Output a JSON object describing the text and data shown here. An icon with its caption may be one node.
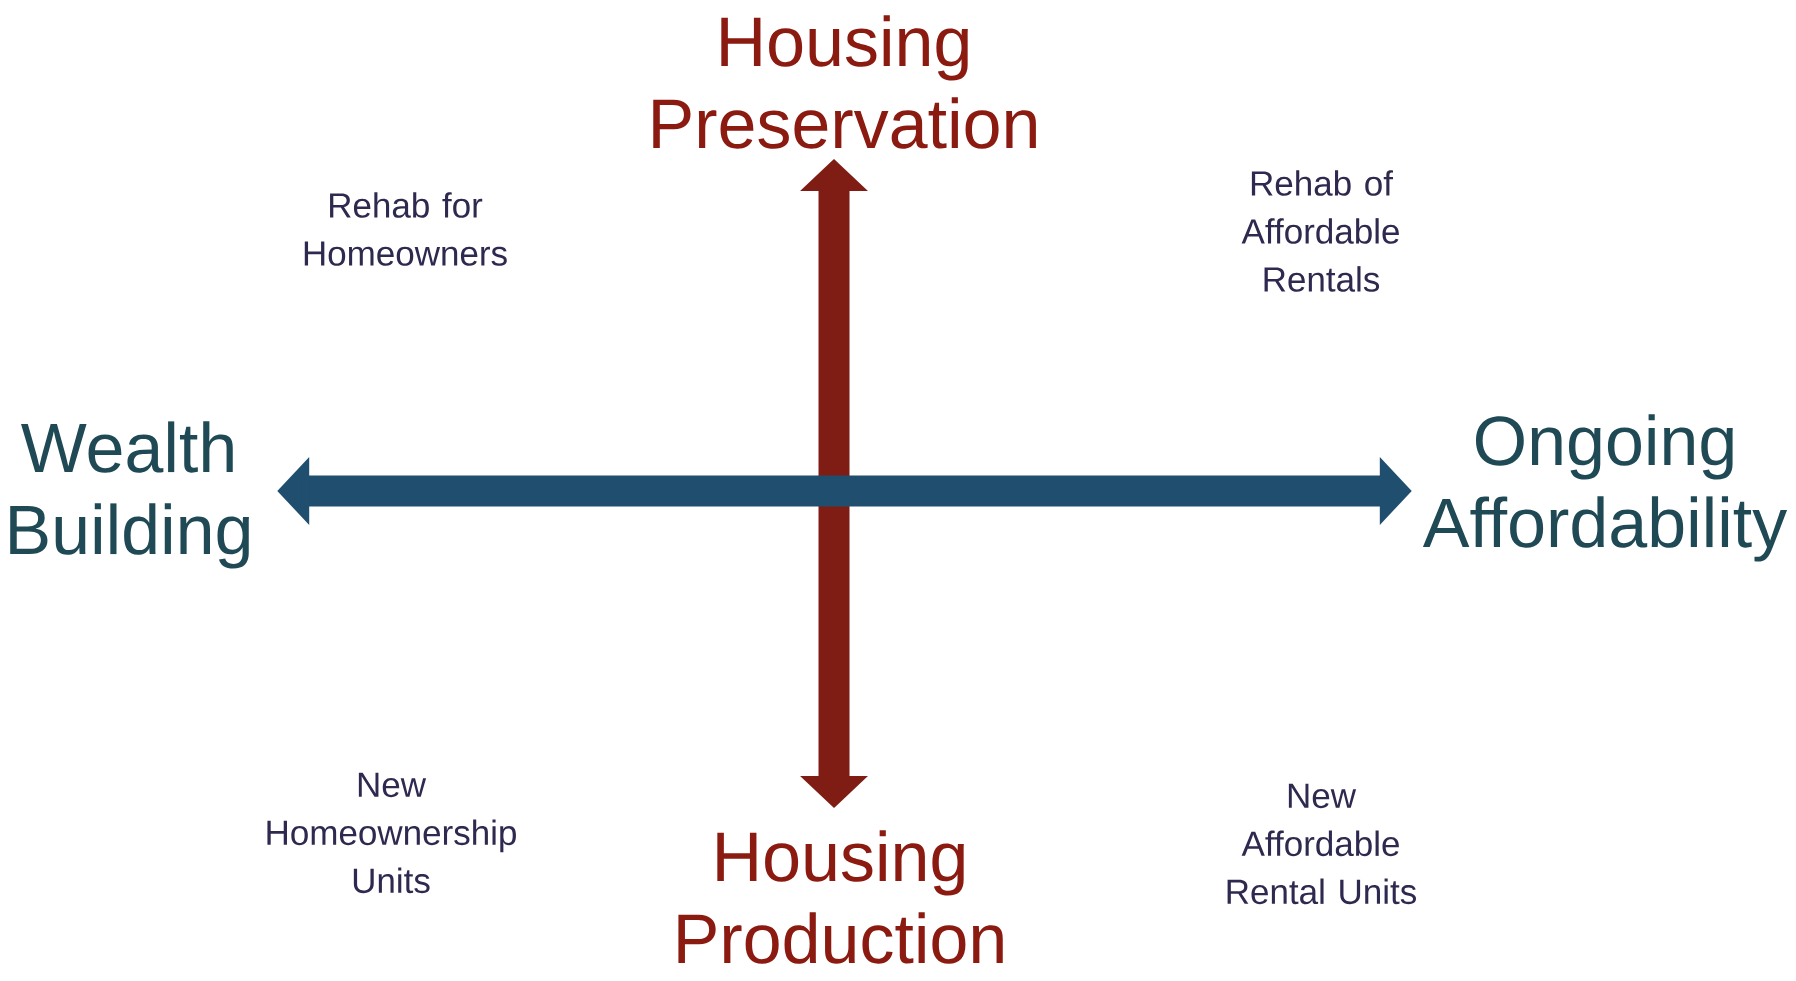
{
  "diagram": {
    "nodes": [
      {
        "text": [
          "Housing Preservation"
        ]
      },
      {
        "text": [
          "Housing Production"
        ]
      },
      {
        "text": [
          "Wealth Building"
        ]
      },
      {
        "text": [
          "Ongoing Affordability"
        ]
      }
    ],
    "edges": [
      {
        "from": 0,
        "to": 1,
        "arrow": "both",
        "color": "#7f1d15"
      },
      {
        "from": 2,
        "to": 3,
        "arrow": "both",
        "color": "#1f4e6e"
      }
    ],
    "labels": [
      "Rehab for Homeowners",
      "Rehab of Affordable Rentals",
      "New Homeownership Units",
      "New Affordable Rental Units"
    ]
  }
}
